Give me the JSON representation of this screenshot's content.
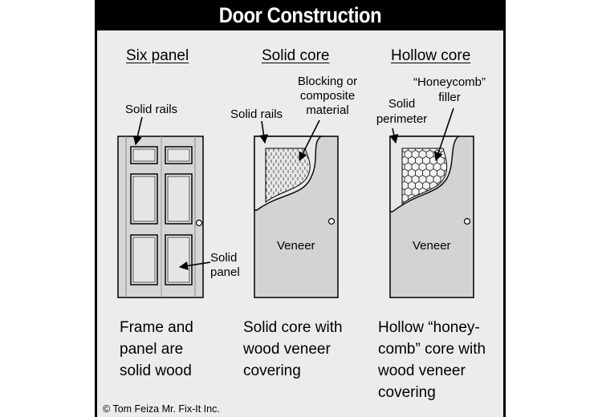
{
  "title": "Door Construction",
  "columns": {
    "six_panel": {
      "heading": "Six panel",
      "label_rails": "Solid rails",
      "label_panel_1": "Solid",
      "label_panel_2": "panel",
      "caption": [
        "Frame and",
        "panel are",
        "solid wood"
      ]
    },
    "solid_core": {
      "heading": "Solid core",
      "label_rails": "Solid rails",
      "label_blocking": [
        "Blocking or",
        "composite",
        "material"
      ],
      "label_veneer": "Veneer",
      "caption": [
        "Solid core with",
        "wood veneer",
        "covering"
      ]
    },
    "hollow_core": {
      "heading": "Hollow core",
      "label_filler": [
        "“Honeycomb”",
        "filler"
      ],
      "label_perimeter": [
        "Solid",
        "perimeter"
      ],
      "label_veneer": "Veneer",
      "caption": [
        "Hollow “honey-",
        "comb” core with",
        "wood veneer",
        "covering"
      ]
    }
  },
  "credit": "© Tom Feiza Mr. Fix-It Inc."
}
